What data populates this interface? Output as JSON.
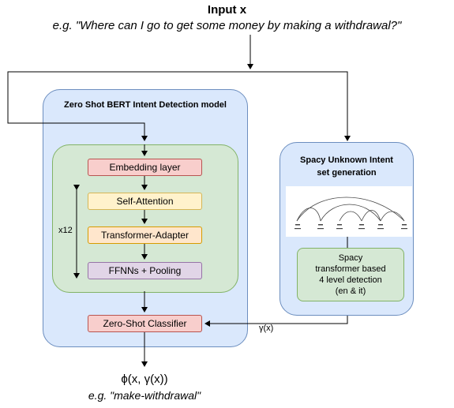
{
  "input": {
    "title": "Input x",
    "example": "e.g. \"Where can I go to get some money by making a withdrawal?\""
  },
  "bert_model": {
    "title": "Zero Shot BERT Intent Detection model",
    "layers": {
      "embedding": "Embedding layer",
      "self_attention": "Self-Attention",
      "transformer_adapter": "Transformer-Adapter",
      "ffnn_pooling": "FFNNs + Pooling"
    },
    "repeat_label": "x12",
    "classifier": "Zero-Shot Classifier"
  },
  "spacy": {
    "title_line1": "Spacy Unknown Intent",
    "title_line2": "set generation",
    "detector_line1": "Spacy",
    "detector_line2": "transformer based",
    "detector_line3": "4 level detection",
    "detector_line4": "(en & it)"
  },
  "gamma_label": "γ(x)",
  "output": {
    "formula": "ϕ(x, γ(x))",
    "example": "e.g. \"make-withdrawal\""
  },
  "colors": {
    "panel_blue": "#dae8fc",
    "panel_green": "#d5e8d4",
    "layer_red": "#f8cecc",
    "layer_yellow": "#fff2cc",
    "layer_orange": "#ffe6cc",
    "layer_purple": "#e1d5e7"
  }
}
